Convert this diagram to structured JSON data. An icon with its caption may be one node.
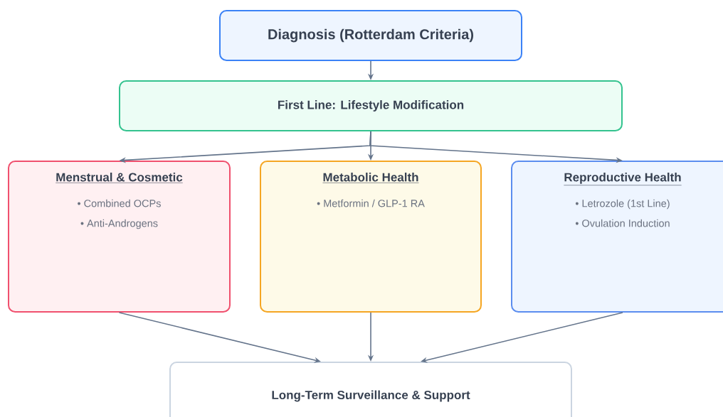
{
  "diagram": {
    "nodes": [
      {
        "text": [
          "Diagnosis (Rotterdam Criteria)"
        ]
      },
      {
        "text": [
          "First Line: Lifestyle Modification"
        ]
      },
      {
        "text": [
          "Menstrual & Cosmetic",
          "• Combined OCPs",
          "• Anti-Androgens"
        ]
      },
      {
        "text": [
          "Metabolic Health",
          "• Metformin / GLP-1 RA"
        ]
      },
      {
        "text": [
          "Reproductive Health",
          "• Letrozole (1st Line)",
          "• Ovulation Induction"
        ]
      },
      {
        "text": [
          "Long-Term Surveillance & Support"
        ]
      }
    ],
    "edges": [
      {
        "from": 0,
        "to": 1,
        "arrow": "to"
      },
      {
        "from": 1,
        "to": 2,
        "arrow": "to"
      },
      {
        "from": 1,
        "to": 3,
        "arrow": "to"
      },
      {
        "from": 1,
        "to": 4,
        "arrow": "to"
      },
      {
        "from": 2,
        "to": 5,
        "arrow": "to"
      },
      {
        "from": 3,
        "to": 5,
        "arrow": "to"
      },
      {
        "from": 4,
        "to": 5,
        "arrow": "to"
      }
    ]
  }
}
